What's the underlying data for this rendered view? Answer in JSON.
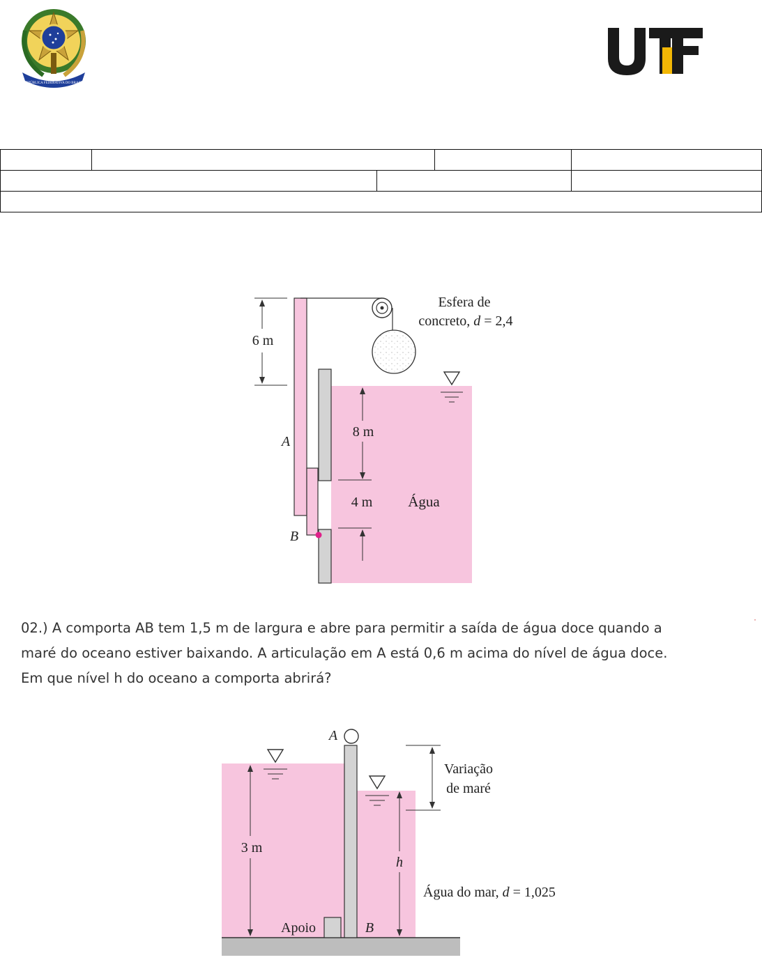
{
  "header": {
    "seal_motto": "REPÚBLICA FEDERATIVA DO BRASIL",
    "logo_letters": "UTF"
  },
  "form_table": {
    "rows": [
      [
        "",
        "",
        "",
        ""
      ],
      [
        "",
        "",
        ""
      ],
      [
        ""
      ]
    ]
  },
  "figure1": {
    "label_esfera_line1": "Esfera de",
    "label_esfera_line2_prefix": "concreto, ",
    "label_esfera_var": "d",
    "label_esfera_value": " = 2,4",
    "dim_6m": "6 m",
    "dim_8m": "8 m",
    "dim_4m": "4 m",
    "label_A": "A",
    "label_B": "B",
    "label_agua": "Água",
    "colors": {
      "water": "#f7c5de",
      "gate": "#d3d3d3",
      "hinge": "#e0208a"
    }
  },
  "question": {
    "line1": "02.) A comporta AB tem 1,5 m de largura e abre para permitir a saída de água doce quando a",
    "line2": "maré do oceano estiver baixando. A articulação em A está 0,6 m acima do nível de água doce.",
    "line3": "Em que nível h do oceano a comporta abrirá?"
  },
  "figure2": {
    "label_A": "A",
    "label_B": "B",
    "dim_3m": "3 m",
    "label_h": "h",
    "label_variacao_line1": "Variação",
    "label_variacao_line2": "de maré",
    "label_mar_prefix": "Água do mar, ",
    "label_mar_var": "d",
    "label_mar_value": " = 1,025",
    "label_apoio": "Apoio",
    "colors": {
      "water": "#f7c5de",
      "gate": "#d3d3d3",
      "ground": "#999999"
    }
  },
  "stray_mark": "·"
}
